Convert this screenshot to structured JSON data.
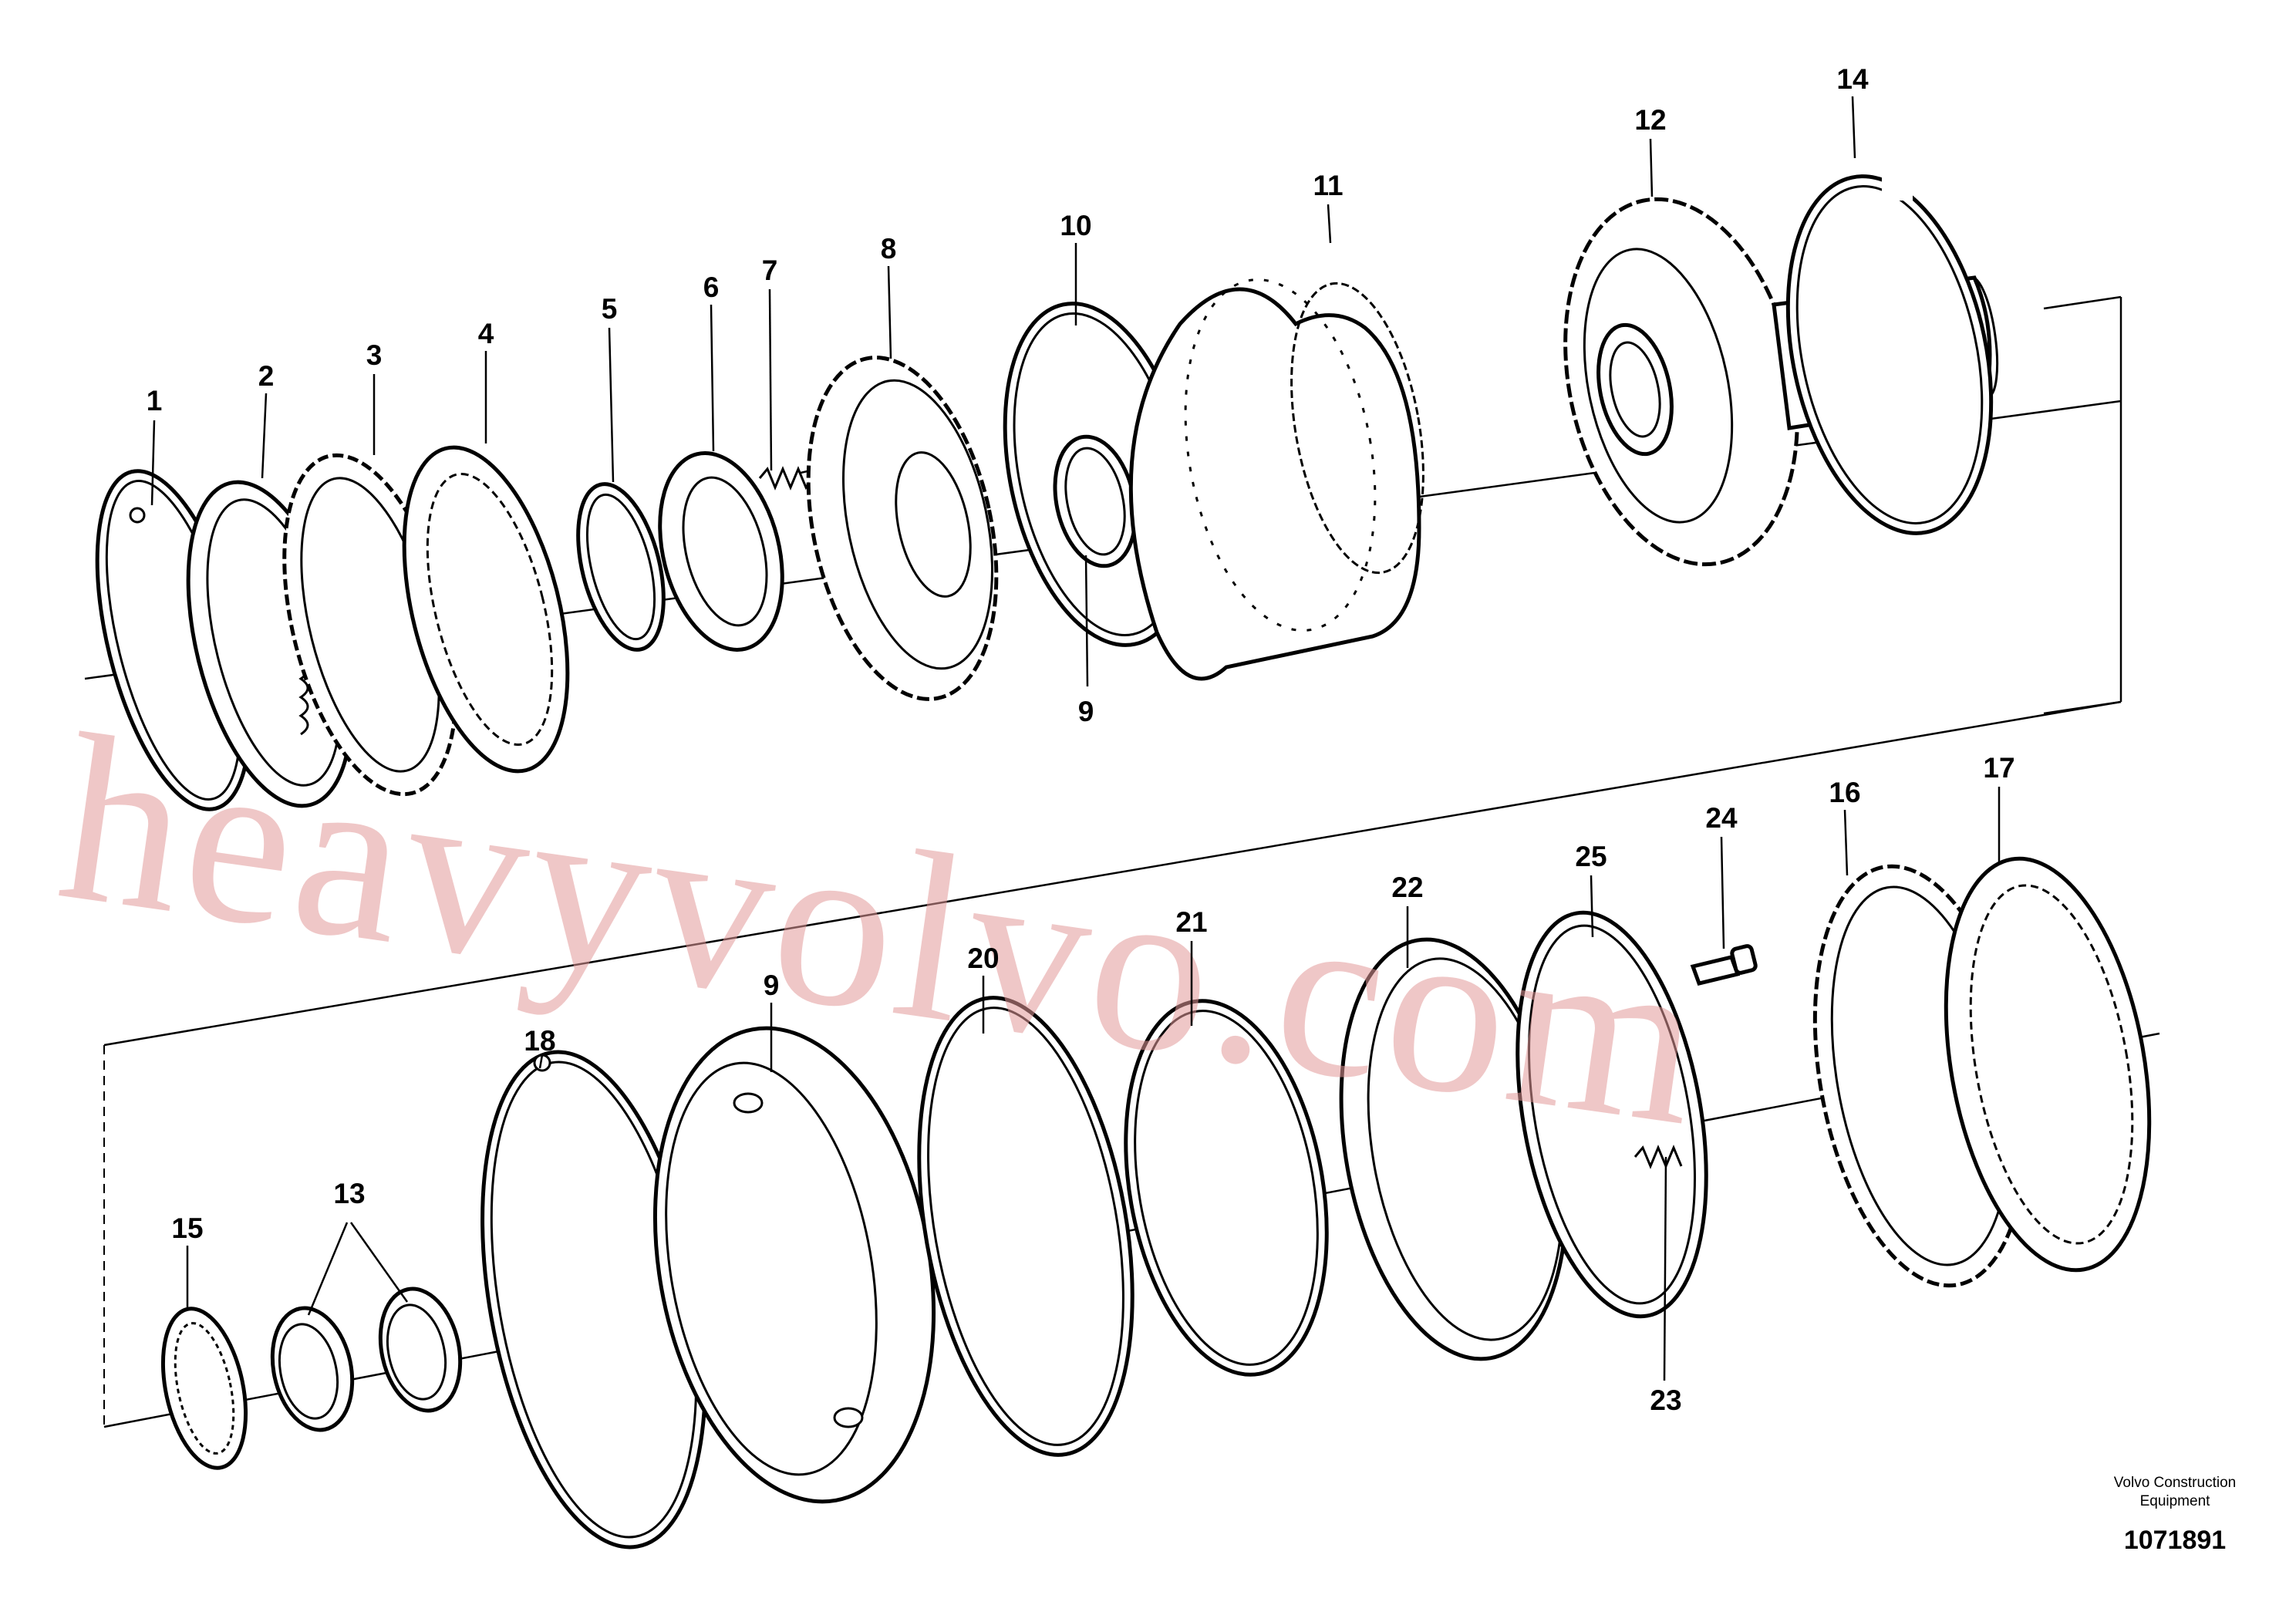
{
  "watermark": "heavyvolvo.com",
  "brand": {
    "line1": "Volvo Construction",
    "line2": "Equipment"
  },
  "document_number": "1071891",
  "callouts": {
    "c1": "1",
    "c2": "2",
    "c3": "3",
    "c4": "4",
    "c5": "5",
    "c6": "6",
    "c7": "7",
    "c8": "8",
    "c9a": "9",
    "c10": "10",
    "c11": "11",
    "c12": "12",
    "c14": "14",
    "c15": "15",
    "c13": "13",
    "c18": "18",
    "c9b": "9",
    "c20": "20",
    "c21": "21",
    "c22": "22",
    "c25": "25",
    "c24": "24",
    "c16": "16",
    "c17": "17",
    "c23": "23"
  }
}
